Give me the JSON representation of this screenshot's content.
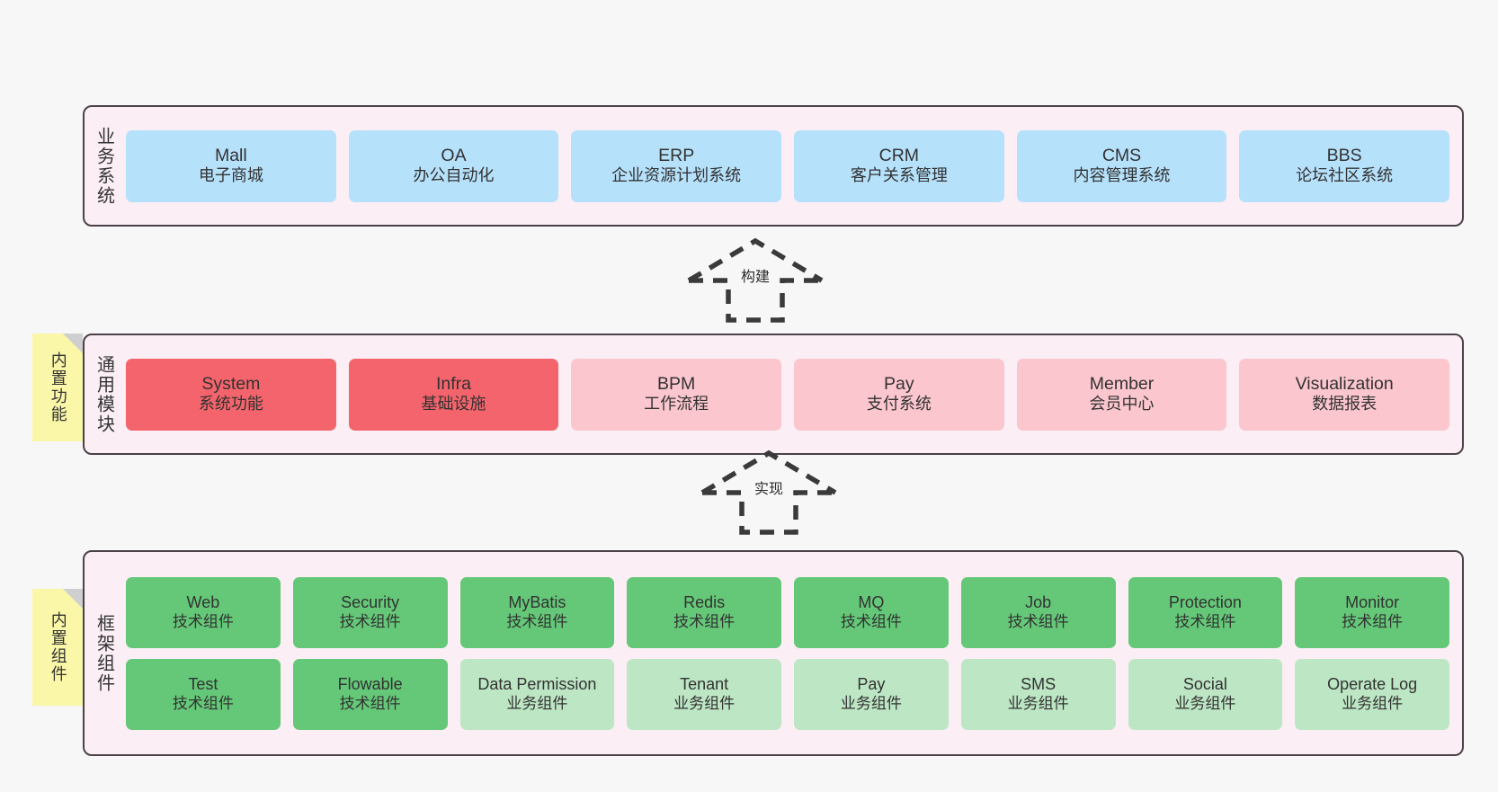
{
  "diagram": {
    "title": "",
    "background_color": "#f7f7f7",
    "panel_bg_color": "#fbeef5",
    "panel_border_color": "#4a4248",
    "note_color": "#fbf7a8"
  },
  "layers": {
    "business": {
      "title": "业务系统",
      "box_color": "#b6e1fb",
      "items": [
        {
          "en": "Mall",
          "cn": "电子商城"
        },
        {
          "en": "OA",
          "cn": "办公自动化"
        },
        {
          "en": "ERP",
          "cn": "企业资源计划系统"
        },
        {
          "en": "CRM",
          "cn": "客户关系管理"
        },
        {
          "en": "CMS",
          "cn": "内容管理系统"
        },
        {
          "en": "BBS",
          "cn": "论坛社区系统"
        }
      ]
    },
    "modules": {
      "title": "通用模块",
      "note": "内置功能",
      "box_color_primary": "#f4646c",
      "box_color_secondary": "#fbc6ce",
      "items": [
        {
          "en": "System",
          "cn": "系统功能",
          "tone": "primary"
        },
        {
          "en": "Infra",
          "cn": "基础设施",
          "tone": "primary"
        },
        {
          "en": "BPM",
          "cn": "工作流程",
          "tone": "secondary"
        },
        {
          "en": "Pay",
          "cn": "支付系统",
          "tone": "secondary"
        },
        {
          "en": "Member",
          "cn": "会员中心",
          "tone": "secondary"
        },
        {
          "en": "Visualization",
          "cn": "数据报表",
          "tone": "secondary"
        }
      ]
    },
    "framework": {
      "title": "框架组件",
      "note": "内置组件",
      "box_color_primary": "#65c878",
      "box_color_secondary": "#bde6c4",
      "row1": [
        {
          "en": "Web",
          "cn": "技术组件",
          "tone": "primary"
        },
        {
          "en": "Security",
          "cn": "技术组件",
          "tone": "primary"
        },
        {
          "en": "MyBatis",
          "cn": "技术组件",
          "tone": "primary"
        },
        {
          "en": "Redis",
          "cn": "技术组件",
          "tone": "primary"
        },
        {
          "en": "MQ",
          "cn": "技术组件",
          "tone": "primary"
        },
        {
          "en": "Job",
          "cn": "技术组件",
          "tone": "primary"
        },
        {
          "en": "Protection",
          "cn": "技术组件",
          "tone": "primary"
        },
        {
          "en": "Monitor",
          "cn": "技术组件",
          "tone": "primary"
        }
      ],
      "row2": [
        {
          "en": "Test",
          "cn": "技术组件",
          "tone": "primary"
        },
        {
          "en": "Flowable",
          "cn": "技术组件",
          "tone": "primary"
        },
        {
          "en": "Data Permission",
          "cn": "业务组件",
          "tone": "secondary"
        },
        {
          "en": "Tenant",
          "cn": "业务组件",
          "tone": "secondary"
        },
        {
          "en": "Pay",
          "cn": "业务组件",
          "tone": "secondary"
        },
        {
          "en": "SMS",
          "cn": "业务组件",
          "tone": "secondary"
        },
        {
          "en": "Social",
          "cn": "业务组件",
          "tone": "secondary"
        },
        {
          "en": "Operate Log",
          "cn": "业务组件",
          "tone": "secondary"
        }
      ]
    }
  },
  "connectors": [
    {
      "id": "build",
      "label": "构建",
      "style": "dashed-hollow-arrow",
      "direction": "up"
    },
    {
      "id": "impl",
      "label": "实现",
      "style": "dashed-hollow-arrow",
      "direction": "up"
    }
  ]
}
